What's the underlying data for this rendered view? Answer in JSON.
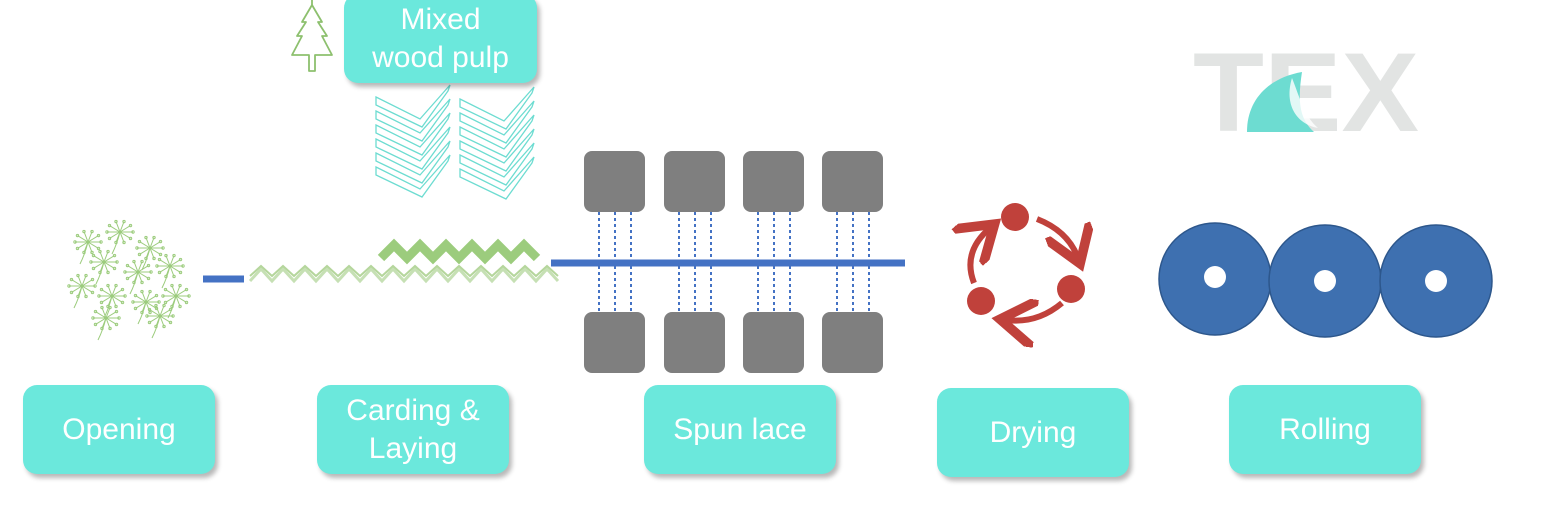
{
  "stages": {
    "opening": "Opening",
    "carding_laying": "Carding &\nLaying",
    "spun_lace": "Spun lace",
    "drying": "Drying",
    "rolling": "Rolling"
  },
  "pulp_label": "Mixed\nwood pulp",
  "logo": {
    "text": "TEX",
    "color": "#e2e4e3",
    "accent": "#6ddcd1"
  },
  "colors": {
    "label_fill": "#6be8dc",
    "fiber_green": "#9ccc7d",
    "line_blue": "#4472c4",
    "block_gray": "#7f7f7f",
    "pulp_cyan": "#6ddcd1",
    "drying_red": "#c0413b",
    "roller_blue": "#3e70b0"
  },
  "icons": [
    "dandelion-cluster-icon",
    "tree-icon",
    "zigzag-web-icon",
    "chevron-pulp-icon",
    "cycle-arrows-icon",
    "roller-icon"
  ]
}
